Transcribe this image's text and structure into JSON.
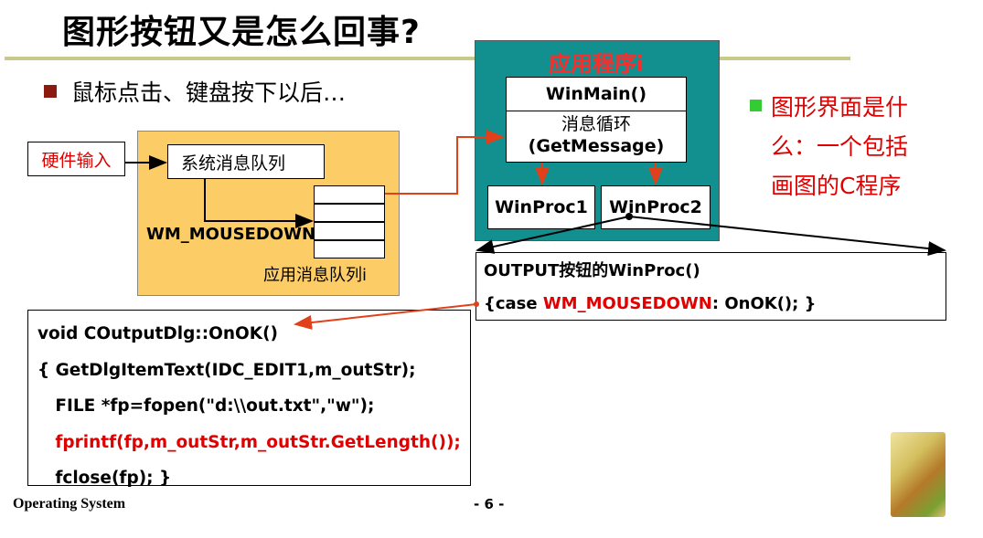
{
  "title": "图形按钮又是怎么回事?",
  "bullet": "鼠标点击、键盘按下以后…",
  "hardware_input": "硬件输入",
  "system_queue": "系统消息队列",
  "wm_mousedown": "WM_MOUSEDOWN",
  "app_queue": "应用消息队列i",
  "app_title": "应用程序i",
  "winmain": {
    "line1": "WinMain()",
    "line2": "消息循环",
    "line3": "(GetMessage)"
  },
  "winproc1": "WinProc1",
  "winproc2": "WinProc2",
  "output_box": {
    "line1": "OUTPUT按钮的WinProc()",
    "line2_a": "{case ",
    "line2_b": "WM_MOUSEDOWN",
    "line2_c": ": OnOK(); }"
  },
  "code": [
    "void COutputDlg::OnOK()",
    "{  GetDlgItemText(IDC_EDIT1,m_outStr);",
    "   FILE *fp=fopen(\"d:\\\\out.txt\",\"w\");",
    "   fprintf(fp,m_outStr,m_outStr.GetLength());",
    "   fclose(fp); }"
  ],
  "right_note": {
    "line1": "图形界面是什",
    "line2": "么：一个包括",
    "line3": "画图的C程序"
  },
  "footer": {
    "left": "Operating System",
    "center": "- 6 -"
  },
  "colors": {
    "accent_red": "#e00000",
    "teal": "#128f8f",
    "orange": "#fccc66"
  }
}
